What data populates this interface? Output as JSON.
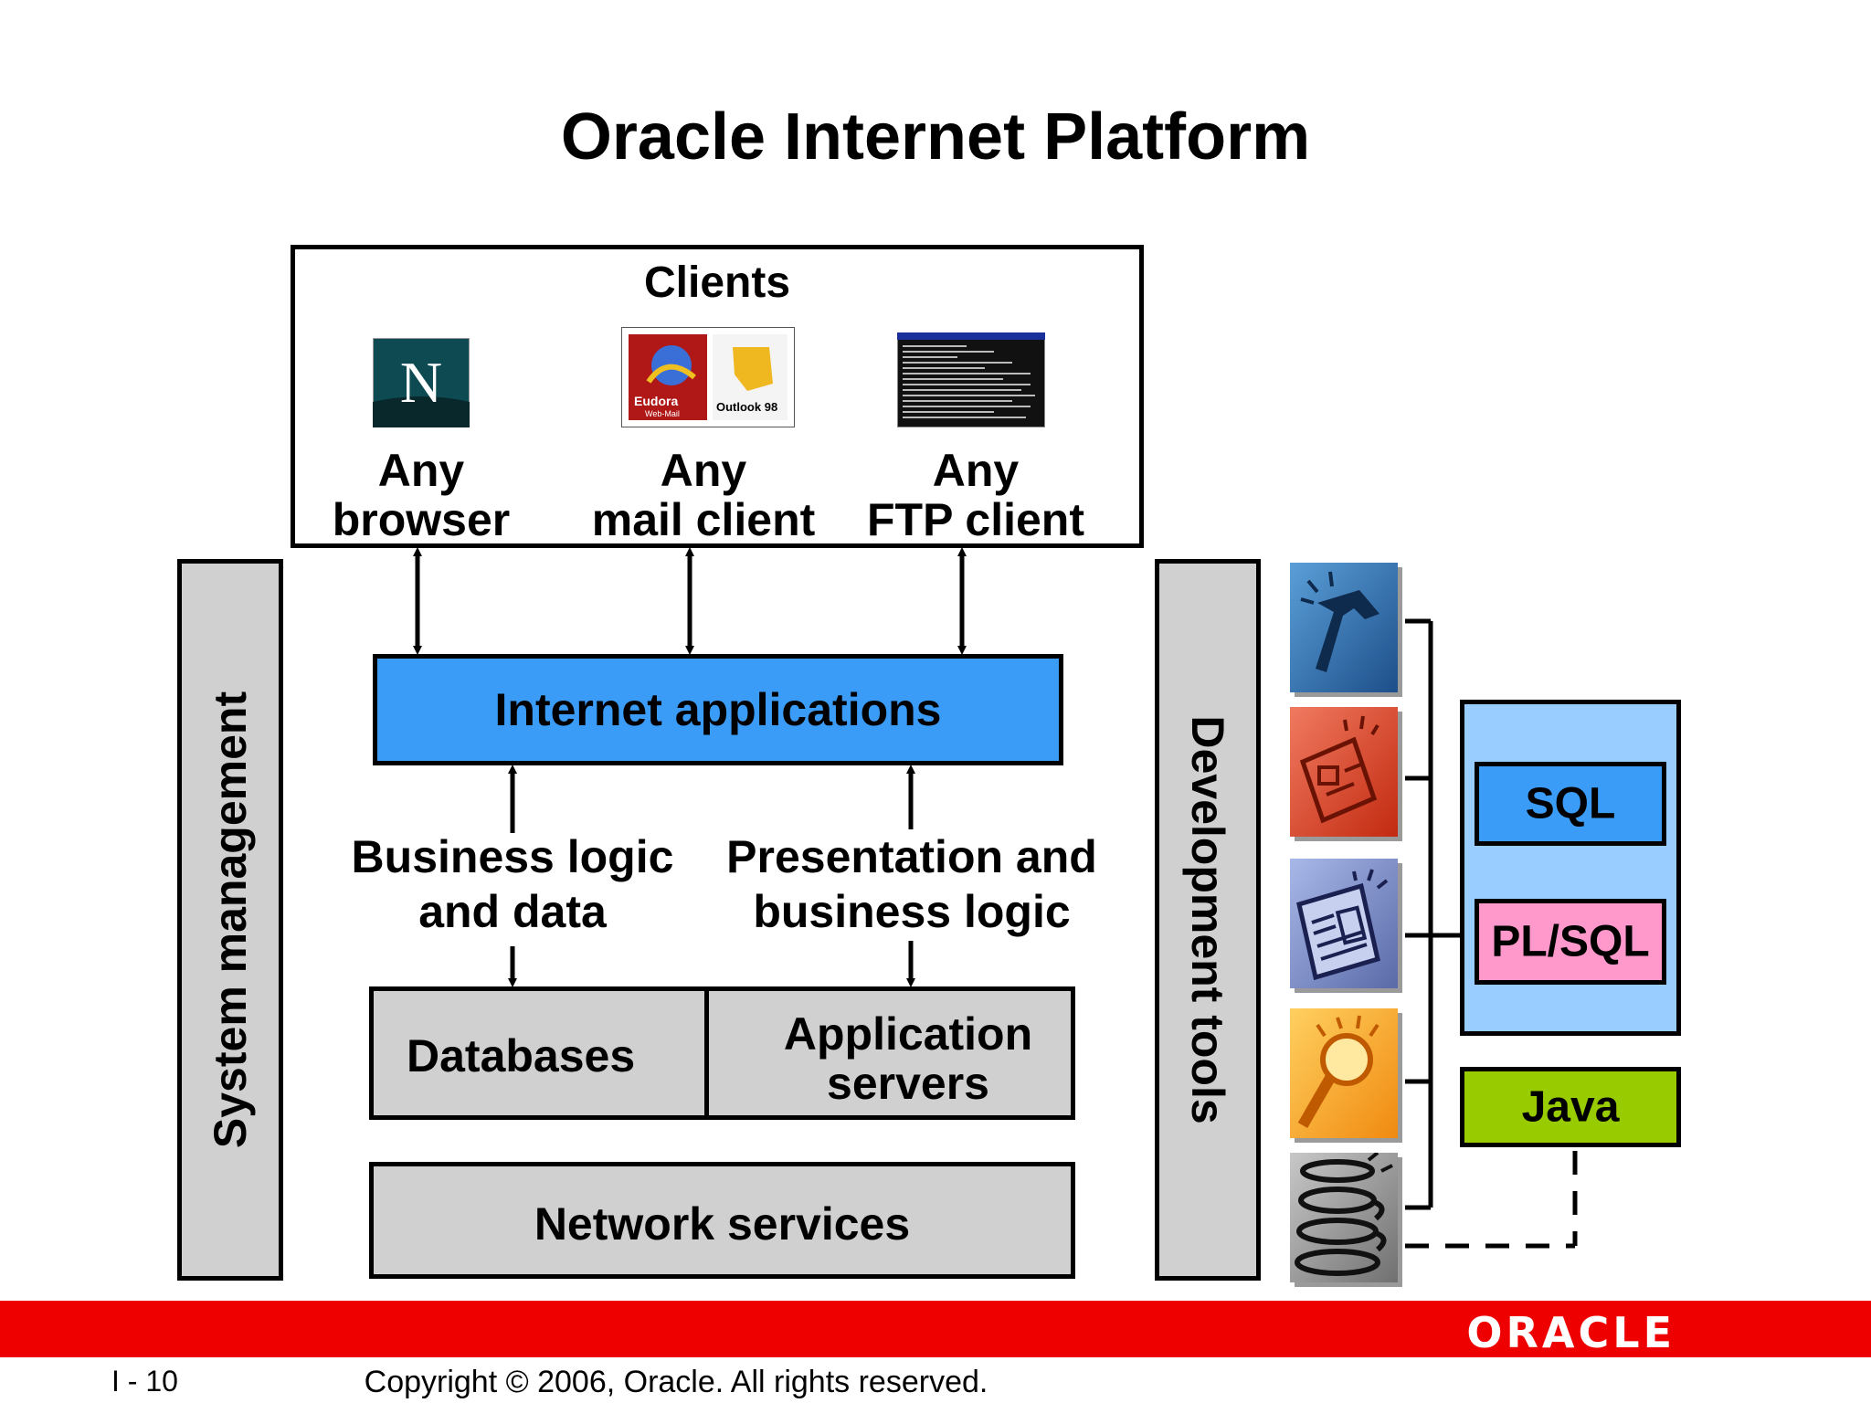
{
  "title": "Oracle Internet Platform",
  "clients": {
    "title": "Clients",
    "items": [
      {
        "line1": "Any",
        "line2": "browser",
        "icon": "netscape-icon"
      },
      {
        "line1": "Any",
        "line2": "mail client",
        "icon": "mail-clients-icon",
        "icon_text": [
          "Eudora",
          "Web-Mail",
          "Outlook 98"
        ]
      },
      {
        "line1": "Any",
        "line2": "FTP client",
        "icon": "ftp-console-icon"
      }
    ]
  },
  "system_management": "System management",
  "development_tools": "Development tools",
  "internet_applications": "Internet applications",
  "business_logic": {
    "line1": "Business logic",
    "line2": "and data"
  },
  "presentation_logic": {
    "line1": "Presentation and",
    "line2": "business logic"
  },
  "databases": "Databases",
  "app_servers": {
    "line1": "Application",
    "line2": "servers"
  },
  "network_services": "Network services",
  "languages": {
    "sql": "SQL",
    "plsql": "PL/SQL",
    "java": "Java"
  },
  "tools_icons": [
    "hammer-icon",
    "sketch-icon",
    "document-icon",
    "magnifier-icon",
    "coffee-cups-icon"
  ],
  "colors": {
    "internet_apps": "#3b9cf8",
    "gray_box": "#d0d0d0",
    "lang_group": "#99ccff",
    "sql": "#3b9cf8",
    "plsql": "#ff99cc",
    "java": "#99cc00",
    "footer": "#ee0000"
  },
  "footer": {
    "logo": "ORACLE",
    "page": "I - 10",
    "copyright": "Copyright © 2006, Oracle. All rights reserved."
  }
}
